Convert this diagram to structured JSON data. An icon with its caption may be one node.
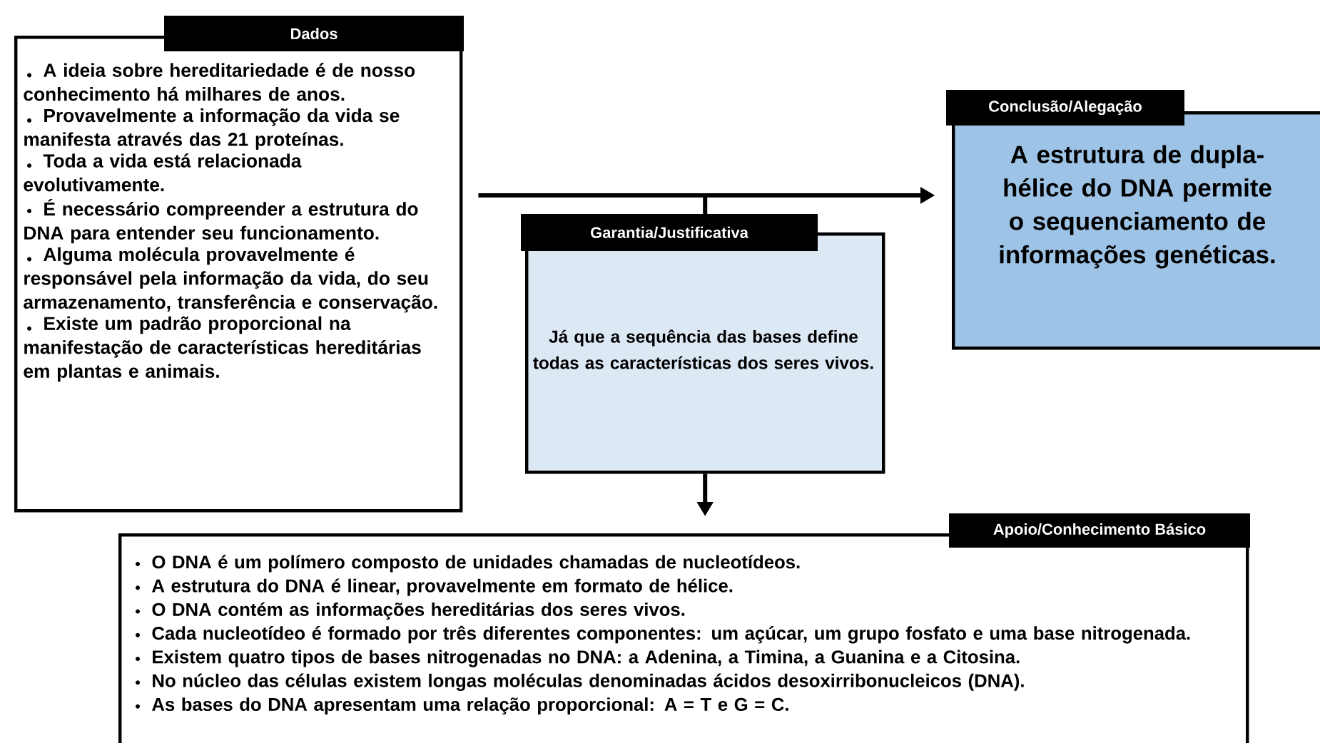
{
  "diagram": {
    "nodes": [
      {
        "text": [
          "Dados",
          "A ideia sobre hereditariedade é de nosso conhecimento há milhares de anos.",
          "Provavelmente a informação da vida se manifesta através das 21 proteínas.",
          "Toda a vida está relacionada evolutivamente.",
          "É necessário compreender a estrutura do DNA para entender seu funcionamento.",
          "Alguma molécula provavelmente é responsável pela informação da vida, do seu armazenamento, transferência e conservação.",
          "Existe um padrão proporcional na manifestação de características hereditárias em plantas e animais."
        ]
      },
      {
        "text": [
          "Conclusão/Alegação",
          "A estrutura de dupla-hélice do DNA permite o sequenciamento de informações genéticas."
        ]
      },
      {
        "text": [
          "Garantia/Justificativa",
          "Já que a sequência das bases define todas as características dos seres vivos."
        ]
      },
      {
        "text": [
          "Apoio/Conhecimento Básico",
          "O DNA é um polímero composto de unidades chamadas de nucleotídeos.",
          "A estrutura do DNA é linear, provavelmente em formato de hélice.",
          "O DNA contém as informações hereditárias dos seres vivos.",
          "Cada nucleotídeo é formado por três diferentes componentes: um açúcar, um grupo fosfato e uma base nitrogenada.",
          "Existem quatro tipos de bases nitrogenadas no DNA: a Adenina, a Timina, a Guanina e a Citosina.",
          "No núcleo das células existem longas moléculas denominadas ácidos desoxirribonucleicos (DNA).",
          "As bases do DNA apresentam uma relação proporcional: A = T e G = C."
        ]
      }
    ],
    "edges": [
      {
        "from": 0,
        "to": 1,
        "arrow": "to"
      },
      {
        "from": 2,
        "to": 1,
        "arrow": "to"
      },
      {
        "from": 2,
        "to": 3,
        "arrow": "to"
      }
    ]
  }
}
